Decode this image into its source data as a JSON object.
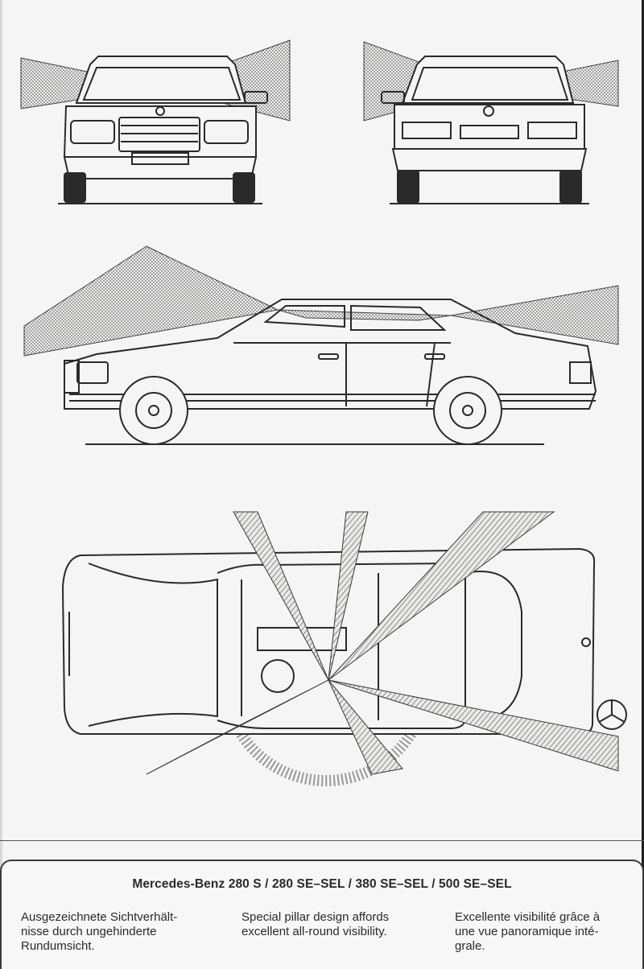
{
  "brochure": {
    "illustrations": [
      {
        "view": "front",
        "icon": "car-front-view-icon"
      },
      {
        "view": "rear",
        "icon": "car-rear-view-icon"
      },
      {
        "view": "side",
        "icon": "car-side-view-icon"
      },
      {
        "view": "top",
        "icon": "car-top-view-icon"
      }
    ],
    "logo": "mercedes-star-icon",
    "title": "Mercedes-Benz 280 S / 280 SE–SEL / 380 SE–SEL / 500 SE–SEL",
    "text_de": "Ausgezeichnete Sichtverhält-\nnisse durch ungehinderte\nRundumsicht.",
    "text_en": "Special pillar design affords\nexcellent all-round visibility.",
    "text_fr": "Excellente visibilité grâce à\nune vue panoramique inté-\ngrale."
  },
  "colors": {
    "paper": "#f5f5f3",
    "ink": "#2a2a2a",
    "cone_fill": "#cfcfcb"
  }
}
